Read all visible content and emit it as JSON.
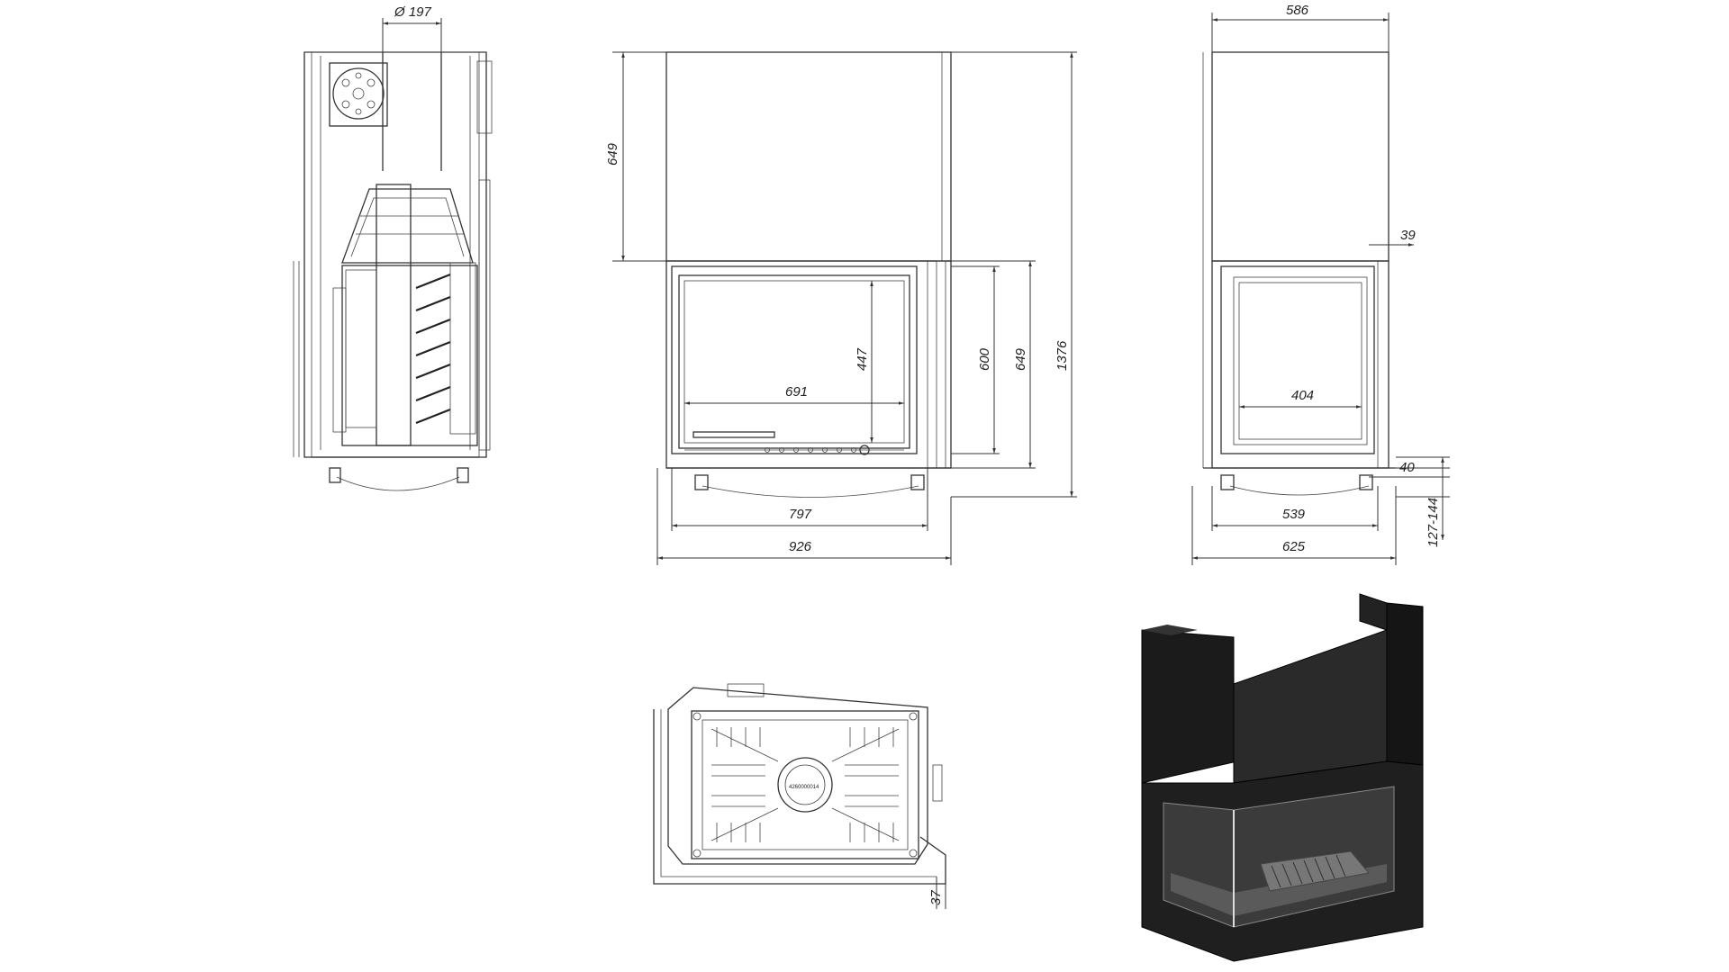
{
  "dimensions": {
    "flue_diameter": "Ø 197",
    "front_upper_height": "649",
    "glass_height": "447",
    "glass_width_front": "691",
    "door_height": "600",
    "firebox_height": "649",
    "total_height": "1376",
    "inner_width_front": "797",
    "total_width_front": "926",
    "top_width_side": "586",
    "side_offset": "39",
    "glass_width_side": "404",
    "leg_height": "40",
    "inner_width_side": "539",
    "total_width_side": "625",
    "leg_adjust_range": "127-144",
    "plan_offset": "37"
  },
  "plan_label": "4260000014"
}
